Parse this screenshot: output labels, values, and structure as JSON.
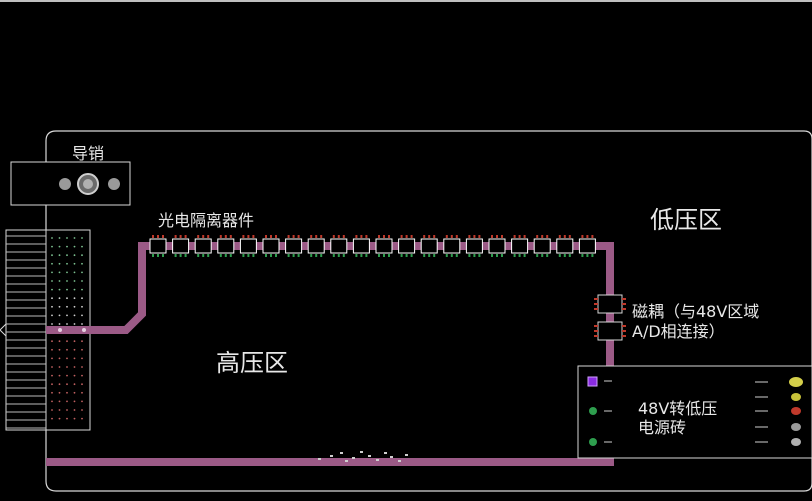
{
  "labels": {
    "guide_pin": "导销",
    "optocoupler_devices": "光电隔离器件",
    "low_voltage_zone": "低压区",
    "high_voltage_zone": "高压区",
    "magnetic_coupling_line1": "磁耦（与48V区域",
    "magnetic_coupling_line2": "A/D相连接）",
    "power_brick_line1": "48V转低压",
    "power_brick_line2": "电源砖"
  },
  "colors": {
    "background": "#000000",
    "board_outline": "#d8d8d8",
    "isolation_trace": "#9b5a86",
    "component_outline": "#ffffff",
    "pad_red": "#c0392b",
    "pad_green": "#2e9e4e",
    "pad_yellow": "#c8c23a",
    "pad_purple": "#8a2be2"
  },
  "component_counts": {
    "optocouplers": 20
  }
}
